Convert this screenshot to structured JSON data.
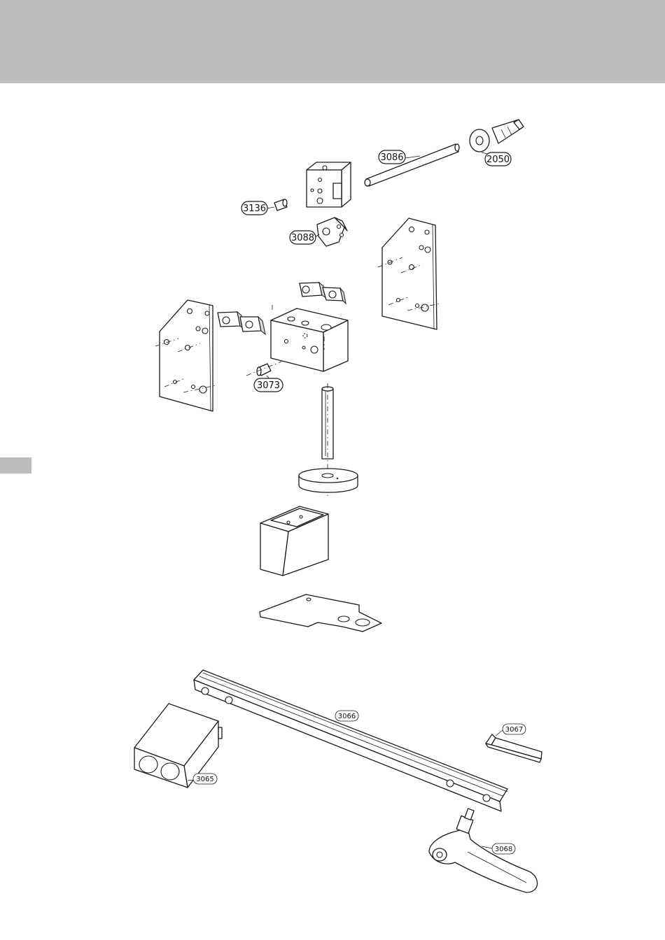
{
  "callouts": [
    {
      "id": "3086",
      "label": "3086",
      "size": "big"
    },
    {
      "id": "2050",
      "label": "2050",
      "size": "big"
    },
    {
      "id": "3136",
      "label": "3136",
      "size": "big"
    },
    {
      "id": "3088",
      "label": "3088",
      "size": "big"
    },
    {
      "id": "3073",
      "label": "3073",
      "size": "big"
    },
    {
      "id": "3066",
      "label": "3066",
      "size": "small"
    },
    {
      "id": "3067",
      "label": "3067",
      "size": "small"
    },
    {
      "id": "3065",
      "label": "3065",
      "size": "small"
    },
    {
      "id": "3068",
      "label": "3068",
      "size": "small"
    }
  ],
  "colors": {
    "header_band": "#bdbdbd",
    "line": "#1a1a1a",
    "background": "#ffffff"
  }
}
